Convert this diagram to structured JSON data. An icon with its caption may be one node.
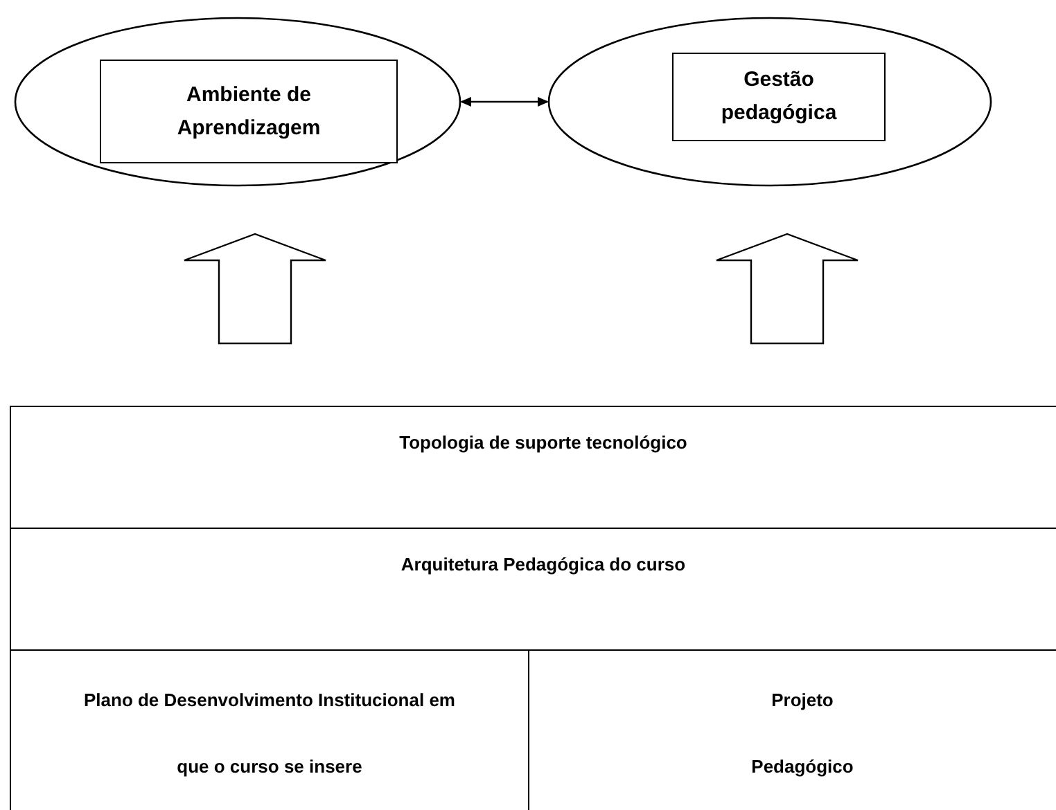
{
  "diagram": {
    "nodes": [
      {
        "text": [],
        "shape": "ellipse"
      },
      {
        "text": [
          "Ambiente de Aprendizagem"
        ],
        "in": 0
      },
      {
        "text": [],
        "shape": "ellipse"
      },
      {
        "text": [
          "Gestão pedagógica"
        ],
        "in": 2
      },
      {
        "text": [
          "Topologia de suporte tecnológico"
        ]
      },
      {
        "text": [
          "Arquitetura Pedagógica do curso"
        ]
      },
      {
        "text": [
          "Plano de Desenvolvimento Institucional em que o curso se insere"
        ]
      },
      {
        "text": [
          "Projeto Pedagógico"
        ]
      }
    ],
    "edges": [
      {
        "from": 0,
        "to": 2,
        "arrow": "both"
      },
      {
        "from": 4,
        "to": 0,
        "arrow": "to",
        "style": "thick"
      },
      {
        "from": 4,
        "to": 2,
        "arrow": "to",
        "style": "thick"
      }
    ]
  }
}
